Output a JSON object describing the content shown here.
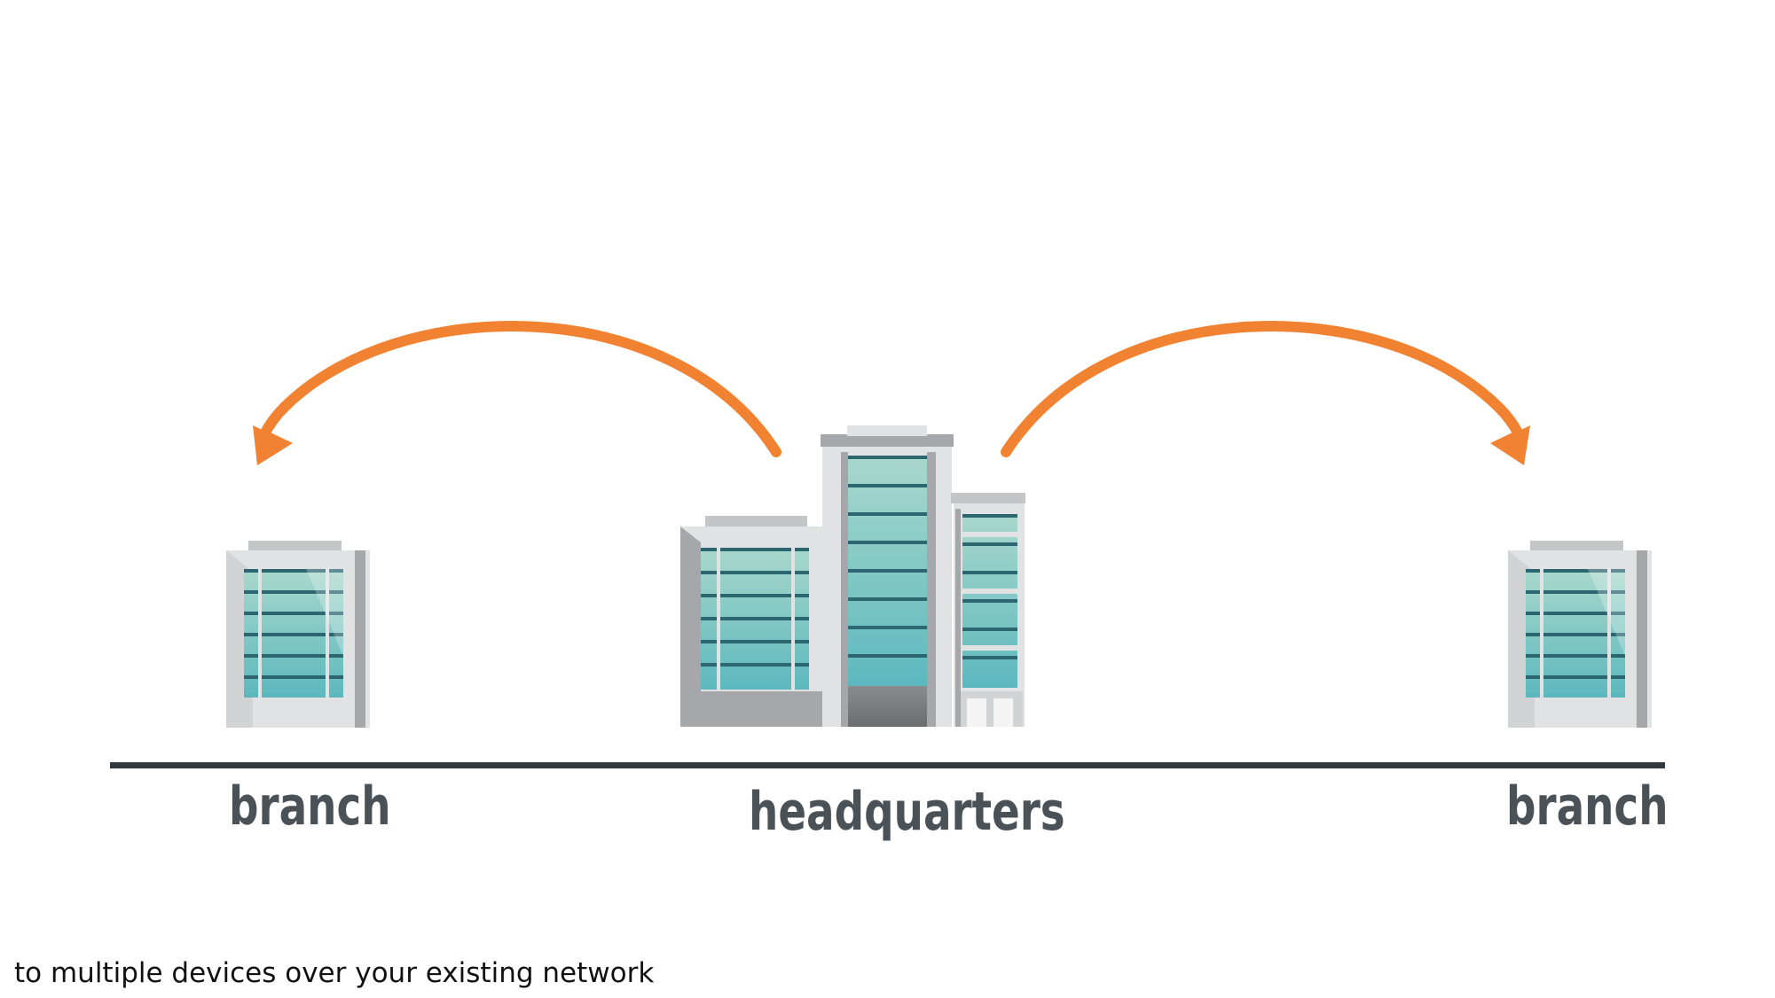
{
  "labels": {
    "left_branch": "branch",
    "headquarters": "headquarters",
    "right_branch": "branch"
  },
  "caption": "to multiple devices over your existing network",
  "colors": {
    "arrow": "#f08232",
    "ground": "#33393e",
    "label": "#4a5157",
    "glass_top": "#a9d8cc",
    "glass_bottom": "#5cb8be",
    "mullion": "#2c6670",
    "wall": "#e1e2e4",
    "wall_shade": "#a6a7aa",
    "roof": "#c4c5c7"
  },
  "icons": {
    "building": "office-building-icon",
    "arrow": "curved-arrow-icon"
  }
}
